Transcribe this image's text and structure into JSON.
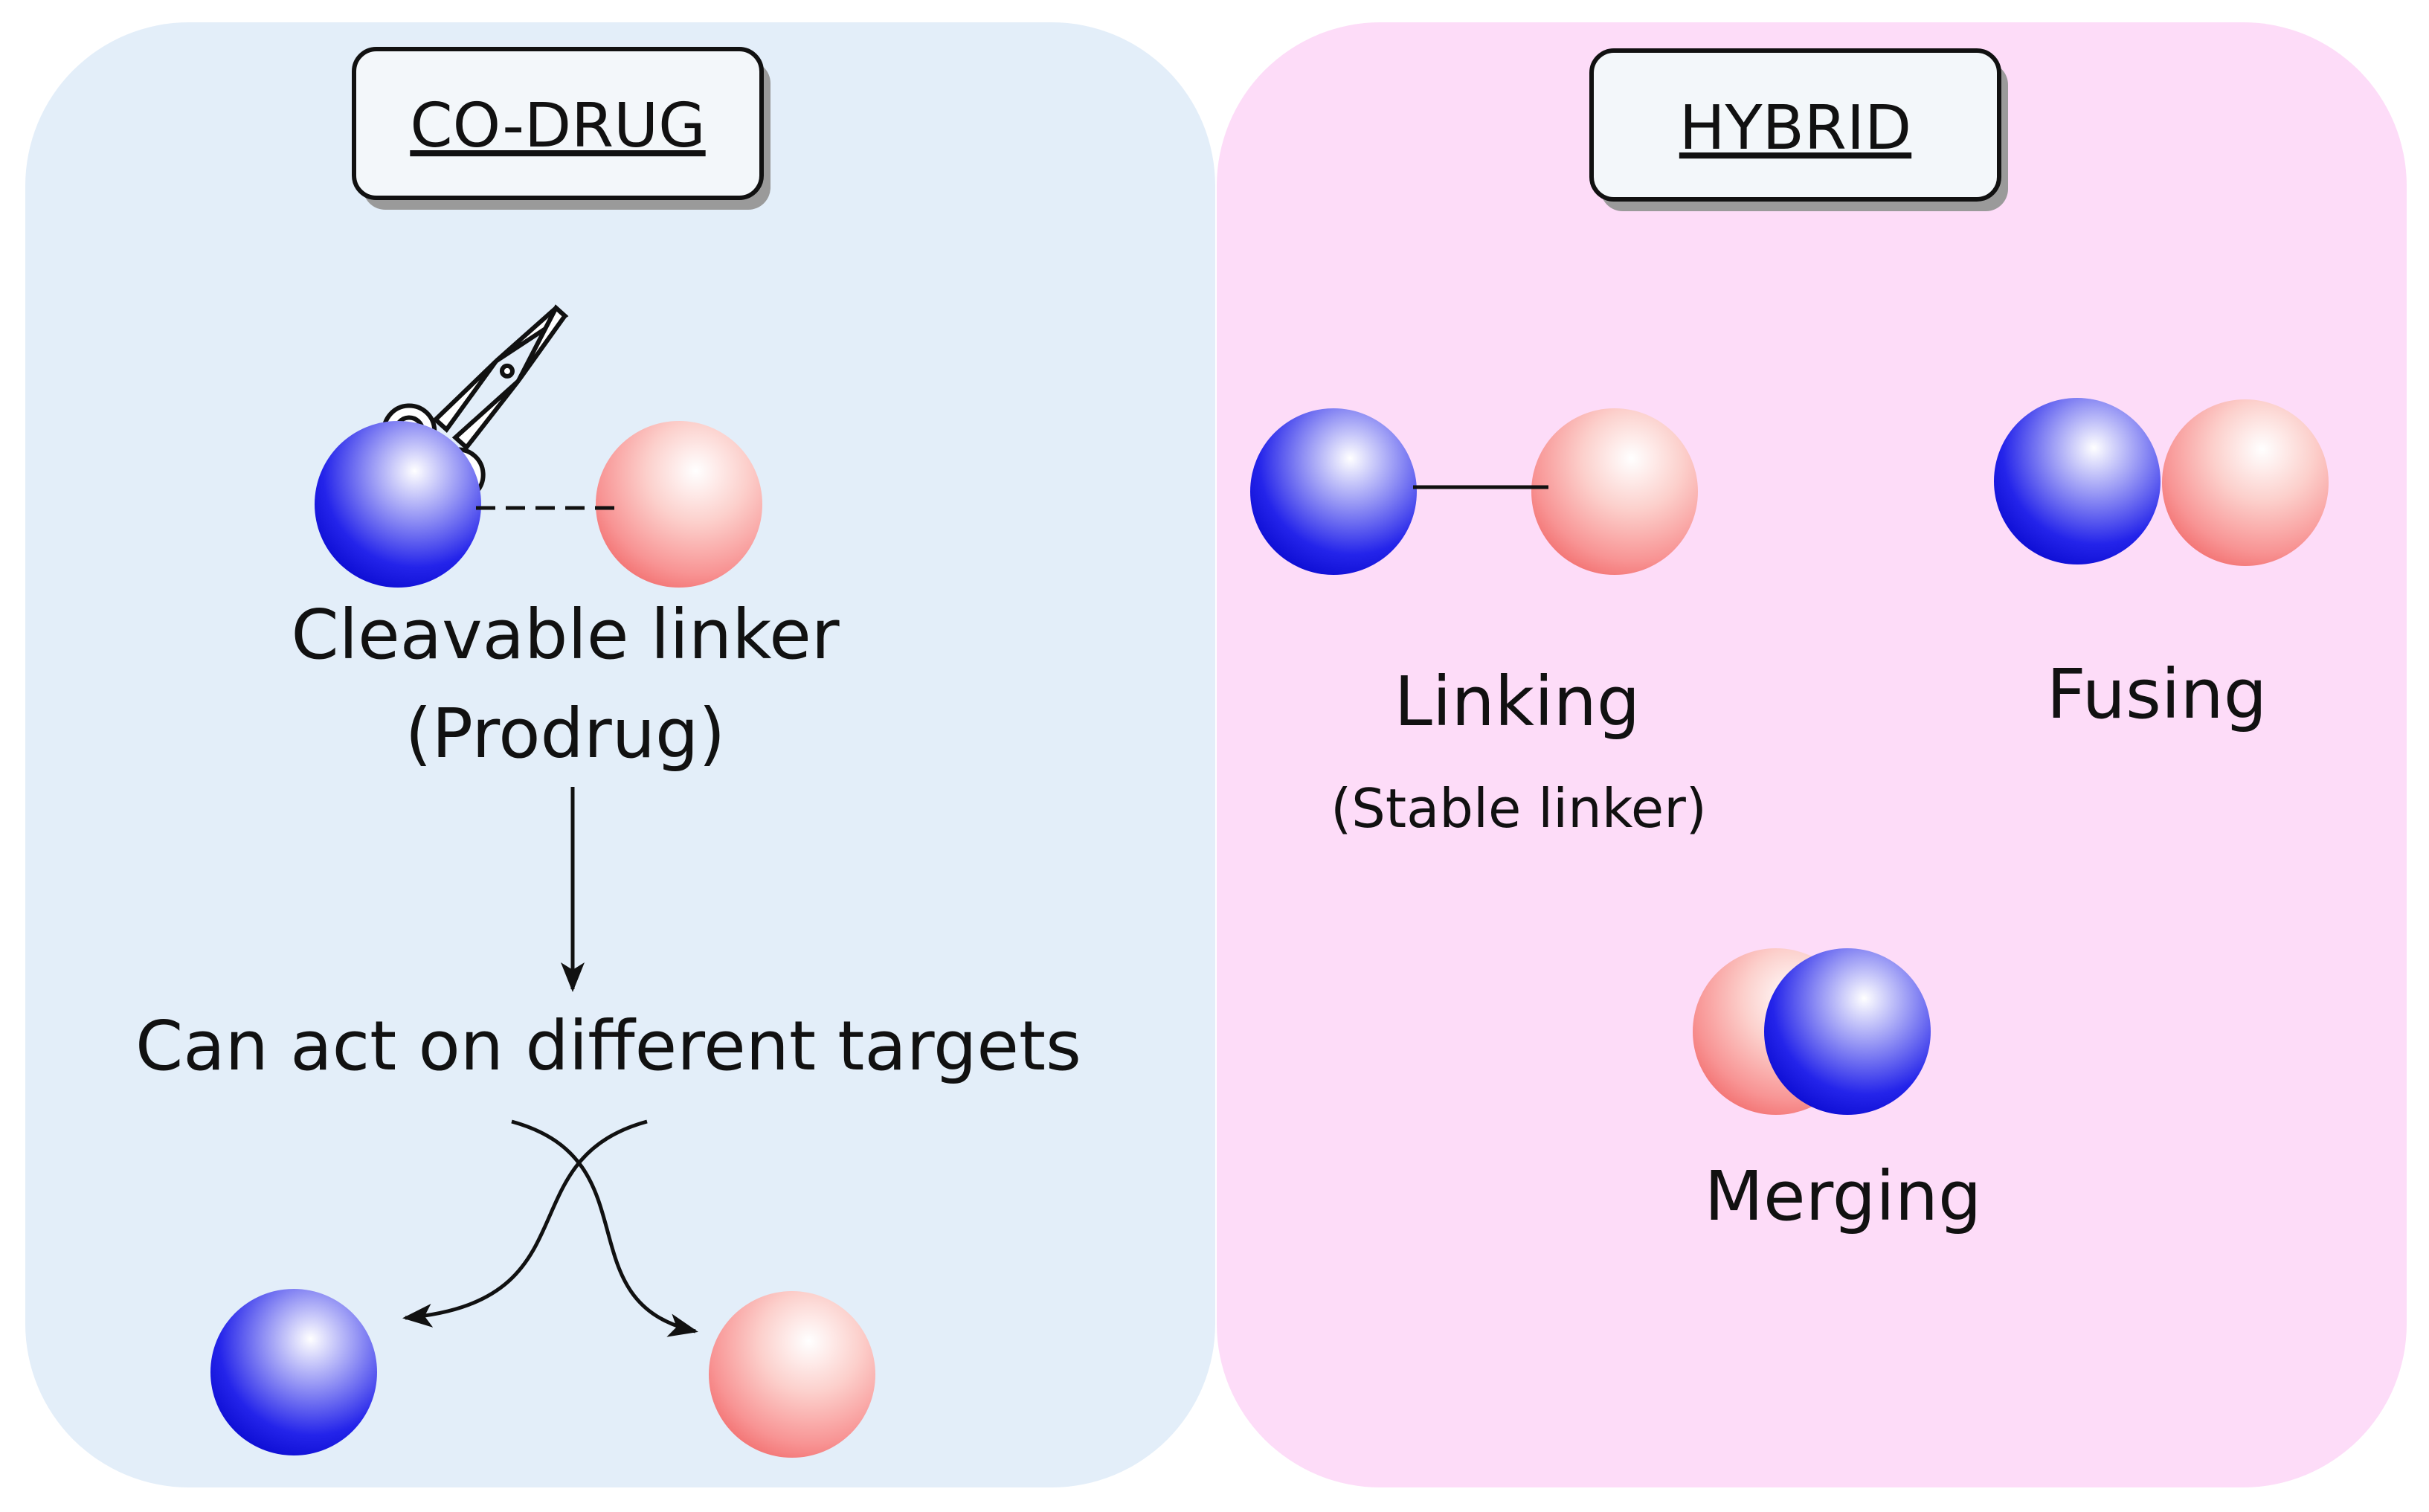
{
  "colors": {
    "codrug_panel_bg": "#e3eef9",
    "hybrid_panel_bg": "#fddcf8",
    "blue_sphere": "#1c1ce6",
    "red_sphere": "#f98585",
    "title_box_bg": "#f3f7fa"
  },
  "codrug": {
    "title": "CO-DRUG",
    "scissors_icon": "scissors-icon",
    "linker_label": "Cleavable linker",
    "prodrug_label": "(Prodrug)",
    "targets_label": "Can act on different targets"
  },
  "hybrid": {
    "title": "HYBRID",
    "linking_label": "Linking",
    "stable_linker_label": "(Stable linker)",
    "fusing_label": "Fusing",
    "merging_label": "Merging"
  }
}
